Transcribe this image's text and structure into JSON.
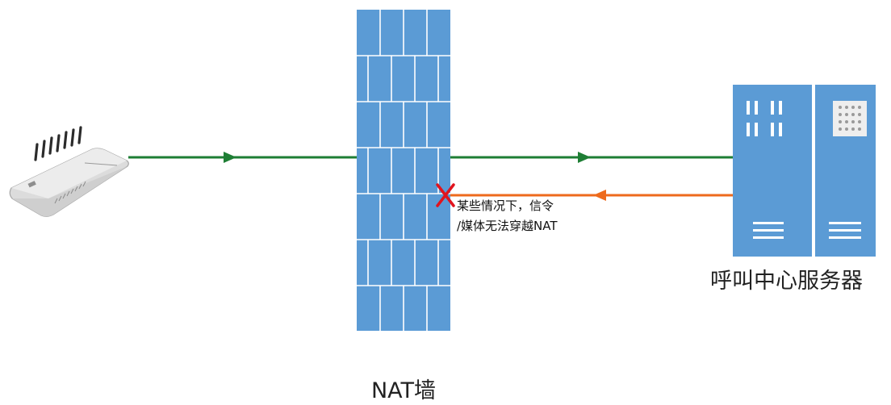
{
  "labels": {
    "server": "呼叫中心服务器",
    "wall": "NAT墙",
    "note_line1": "某些情况下，信令",
    "note_line2": "/媒体无法穿越NAT"
  },
  "colors": {
    "green_arrow": "#1e7e34",
    "orange_arrow": "#ee6a1c",
    "wall_fill": "#5b9bd5",
    "wall_line": "#ffffff",
    "server_fill": "#5b9bd5",
    "block_mark": "#e0141e",
    "device_body": "#dcdcdc"
  },
  "icons": {
    "device": "gateway-device-icon",
    "wall": "firewall-wall-icon",
    "server": "server-icon",
    "block": "x-mark-icon"
  }
}
